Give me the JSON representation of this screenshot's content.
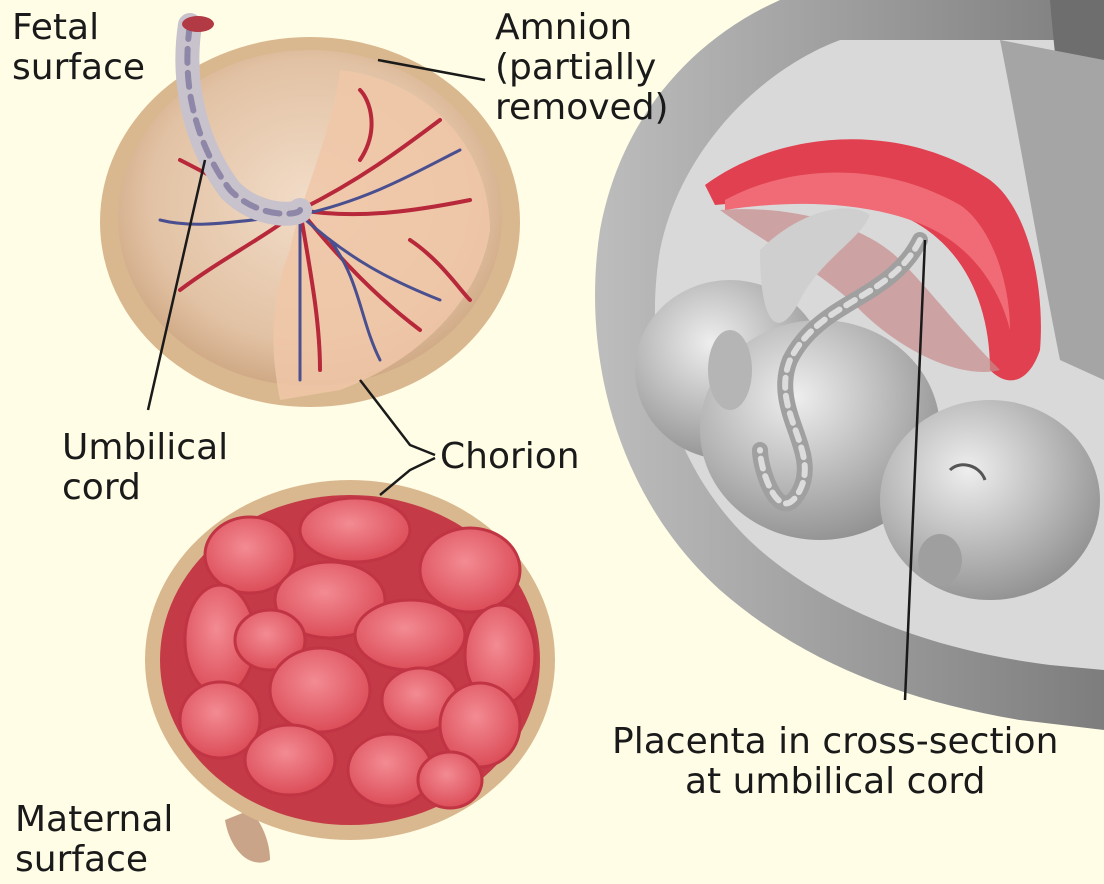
{
  "labels": {
    "fetal_surface": [
      "Fetal",
      "surface"
    ],
    "amnion": [
      "Amnion",
      "(partially",
      "removed)"
    ],
    "umbilical_cord": [
      "Umbilical",
      "cord"
    ],
    "chorion": [
      "Chorion"
    ],
    "maternal_surface": [
      "Maternal",
      "surface"
    ],
    "placenta_cross_section": [
      "Placenta in cross-section",
      "at umbilical cord"
    ]
  },
  "colors": {
    "background": "#fffde6",
    "placenta_rim": "#d9b88f",
    "fetal_surface": "#e6c6a8",
    "blood_vessel": "#b7283a",
    "vein": "#4a4f8f",
    "maternal_lobe": "#e35b68",
    "uterus_wall": "#9a9a9a",
    "placenta_section": "#e0404f",
    "fetus": "#c9c9c9"
  }
}
